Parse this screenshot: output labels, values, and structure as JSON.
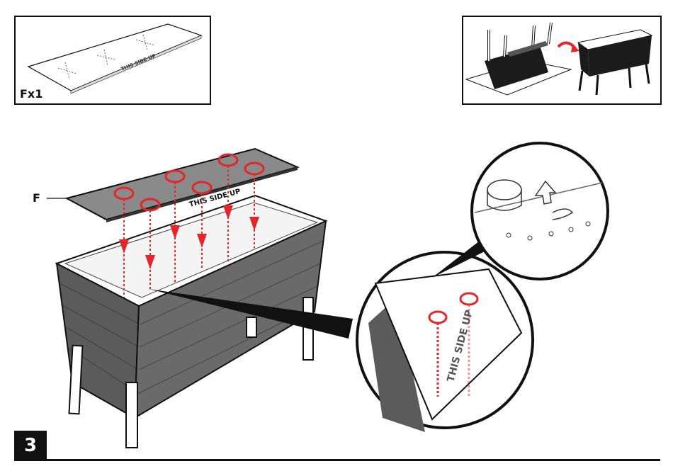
{
  "parts_panel": {
    "label": "Fx1",
    "board_text": "THIS SIDE UP"
  },
  "callout": {
    "part_letter": "F"
  },
  "step": {
    "number": "3"
  },
  "colors": {
    "accent": "#e3262a",
    "panel_fill": "#8a8a8a",
    "wicker": "#555555",
    "line": "#111111"
  },
  "icons": [
    "arrow-down-icon",
    "flip-arrow-icon",
    "up-arrow-icon"
  ]
}
